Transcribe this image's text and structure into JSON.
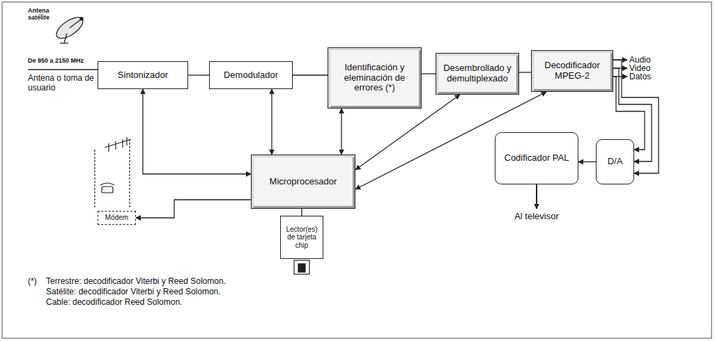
{
  "diagram": {
    "nodes": [
      {
        "text": [
          "Sintonizador"
        ]
      },
      {
        "text": [
          "Demodulador"
        ]
      },
      {
        "text": [
          "Identificación y eleminación de errores (*)"
        ]
      },
      {
        "text": [
          "Desembrollado y demultiplexado"
        ]
      },
      {
        "text": [
          "Decodificador MPEG-2"
        ]
      },
      {
        "text": [
          "Microprocesador"
        ]
      },
      {
        "text": [
          "Módem"
        ]
      },
      {
        "text": [
          "Lector(es) de tarjeta chip"
        ]
      },
      {
        "text": [
          "D/A"
        ]
      },
      {
        "text": [
          "Codificador PAL"
        ]
      }
    ],
    "edges": [
      {
        "from": 0,
        "to": 1,
        "arrow": "none"
      },
      {
        "from": 1,
        "to": 2,
        "arrow": "none"
      },
      {
        "from": 2,
        "to": 3,
        "arrow": "none"
      },
      {
        "from": 3,
        "to": 4,
        "arrow": "none"
      },
      {
        "from": 0,
        "to": 5,
        "arrow": "both"
      },
      {
        "from": 1,
        "to": 5,
        "arrow": "both"
      },
      {
        "from": 2,
        "to": 5,
        "arrow": "both"
      },
      {
        "from": 3,
        "to": 5,
        "arrow": "both"
      },
      {
        "from": 4,
        "to": 5,
        "arrow": "both"
      },
      {
        "from": 5,
        "to": 6,
        "arrow": "to"
      },
      {
        "from": 5,
        "to": 7,
        "arrow": "none"
      },
      {
        "from": 4,
        "to": 8,
        "arrow": "to"
      },
      {
        "from": 4,
        "to": 8,
        "arrow": "to"
      },
      {
        "from": 4,
        "to": 8,
        "arrow": "to"
      },
      {
        "from": 8,
        "to": 9,
        "arrow": "to"
      }
    ],
    "labels": [
      "Antena satélite",
      "De 950 a 2150 MHz",
      "Antena o toma de usuario",
      "Audio",
      "Video",
      "Datos",
      "Al televisor",
      "(*)",
      "Terrestre: decodificador Viterbi y Reed Solomon.",
      "Satélite: decodificador Viterbi y Reed Solomon.",
      "Cable: decodificador Reed Solomon."
    ]
  }
}
